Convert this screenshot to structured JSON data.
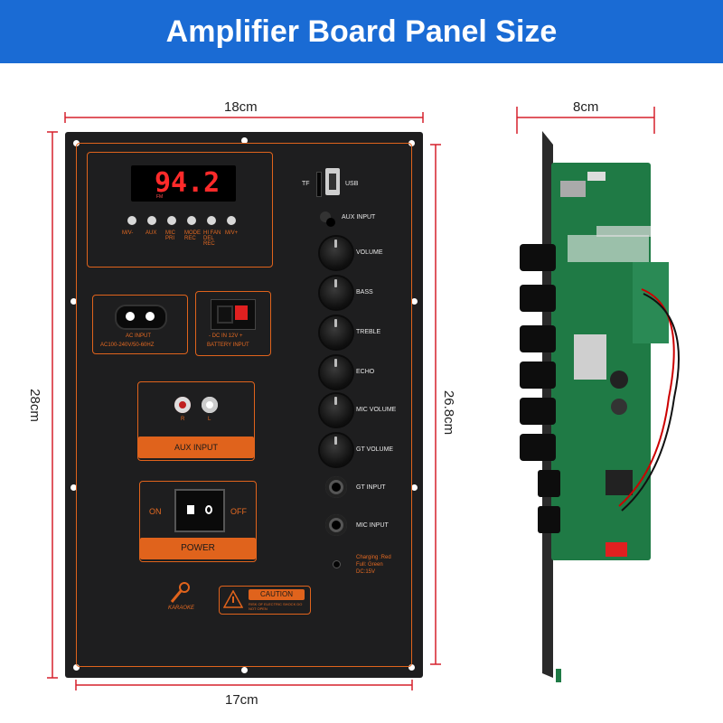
{
  "title": "Amplifier Board Panel Size",
  "dimensions": {
    "top_width": "18cm",
    "left_height": "28cm",
    "right_height": "26.8cm",
    "bottom_width": "17cm",
    "side_width": "8cm"
  },
  "display": {
    "value": "94.2",
    "sub": "FM"
  },
  "buttons": [
    "M/V-",
    "AUX",
    "MIC PRI",
    "MODE REC",
    "HI FAN DEL REC",
    "M/V+"
  ],
  "slots": {
    "tf": "TF",
    "usb": "USB",
    "aux_input": "AUX INPUT"
  },
  "knobs": [
    "VOLUME",
    "BASS",
    "TREBLE",
    "ECHO",
    "MIC VOLUME",
    "GT VOLUME"
  ],
  "jacks": [
    "GT INPUT",
    "MIC INPUT"
  ],
  "charging": [
    "Charging :Red",
    "Full: Green",
    "DC:15V"
  ],
  "ac": {
    "line1": "AC INPUT",
    "line2": "AC100-240V/50-60HZ"
  },
  "dc": {
    "line1": "- DC IN 12V +",
    "line2": "BATTERY INPUT"
  },
  "aux_box": {
    "label": "AUX INPUT",
    "r": "R",
    "l": "L"
  },
  "power": {
    "on": "ON",
    "off": "OFF",
    "label": "POWER"
  },
  "caution": {
    "title": "CAUTION",
    "sub": "RISK OF ELECTRIC SHOCK DO NOT OPEN",
    "karaoke": "KARAOKE"
  },
  "colors": {
    "banner": "#1a6bd4",
    "orange": "#e0631c",
    "panel": "#1e1e1f",
    "dimension_line": "#d6202c",
    "pcb": "#1f7a45"
  }
}
